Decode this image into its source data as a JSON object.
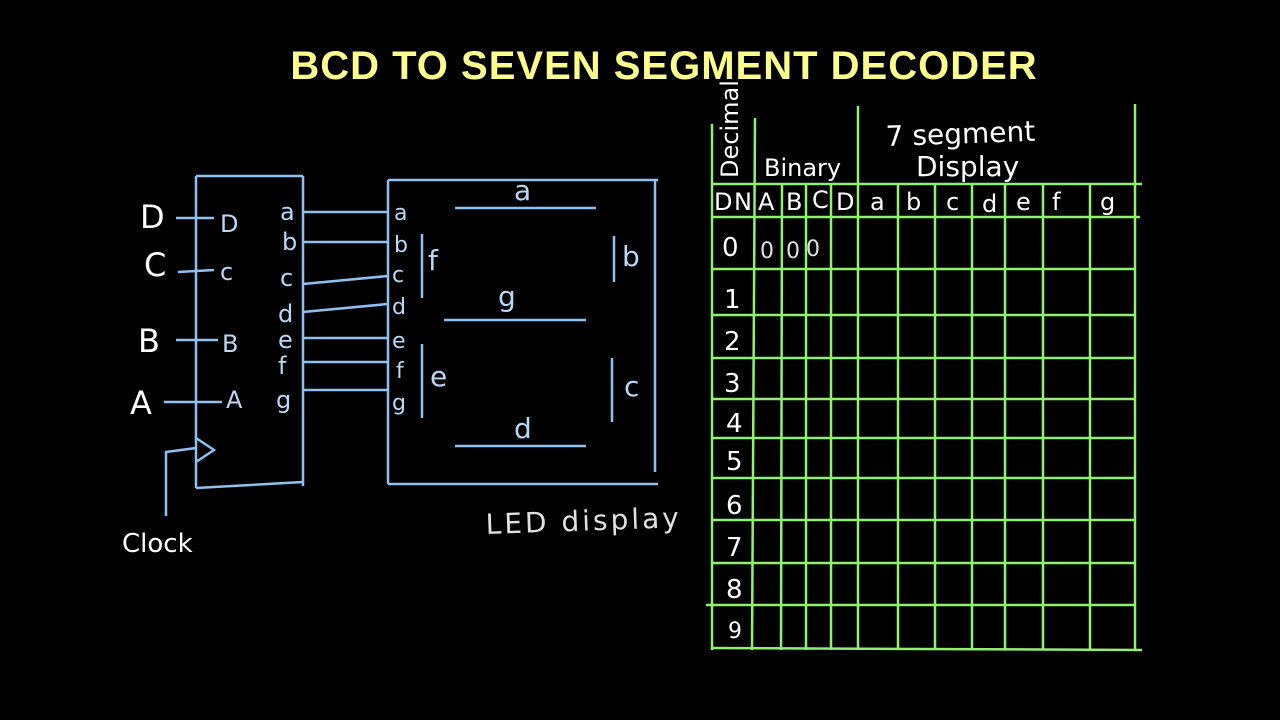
{
  "title": "BCD TO SEVEN SEGMENT DECODER",
  "decoder": {
    "external_inputs": [
      "D",
      "C",
      "B",
      "A"
    ],
    "pin_inputs": [
      "D",
      "c",
      "B",
      "A"
    ],
    "pin_outputs": [
      "a",
      "b",
      "c",
      "d",
      "e",
      "f",
      "g"
    ],
    "clock_label": "Clock"
  },
  "led": {
    "input_pins": [
      "a",
      "b",
      "c",
      "d",
      "e",
      "f",
      "g"
    ],
    "segments": {
      "a": "a",
      "b": "b",
      "c": "c",
      "d": "d",
      "e": "e",
      "f": "f",
      "g": "g"
    },
    "caption": "LED display"
  },
  "table": {
    "header_decimal": "Decimal",
    "header_binary": "Binary",
    "header_7seg_line1": "7 segment",
    "header_7seg_line2": "Display",
    "columns": [
      "D",
      "N",
      "A",
      "B",
      "C",
      "D",
      "a",
      "b",
      "c",
      "d",
      "e",
      "f",
      "g"
    ],
    "rows": [
      "0",
      "1",
      "2",
      "3",
      "4",
      "5",
      "6",
      "7",
      "8",
      "9"
    ],
    "first_row_values": [
      "0",
      "0",
      "0"
    ]
  },
  "colors": {
    "title": "#fdfd8c",
    "circuit_lines": "#8ec0f0",
    "table_lines": "#90f070",
    "text": "#ffffff"
  }
}
